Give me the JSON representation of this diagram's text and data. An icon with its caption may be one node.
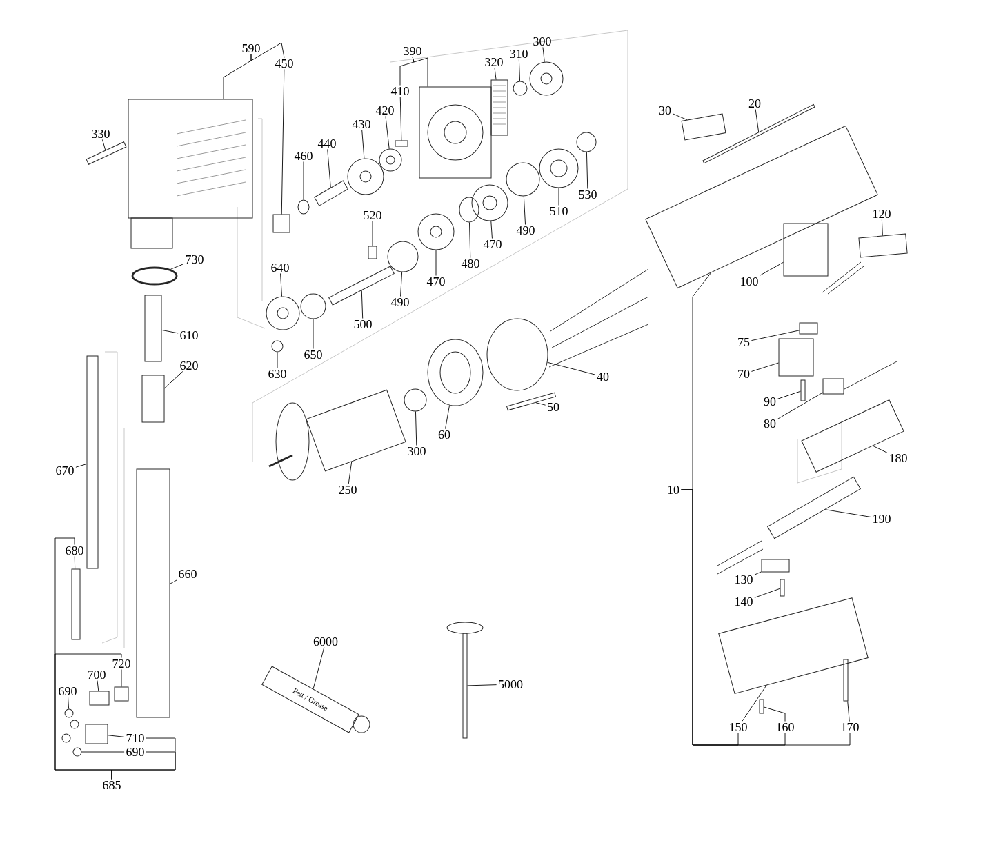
{
  "diagram": {
    "nodes": [
      {
        "text": [
          "590"
        ]
      },
      {
        "text": [
          "450"
        ]
      },
      {
        "text": [
          "330"
        ]
      },
      {
        "text": [
          "390"
        ]
      },
      {
        "text": [
          "410"
        ]
      },
      {
        "text": [
          "420"
        ]
      },
      {
        "text": [
          "430"
        ]
      },
      {
        "text": [
          "440"
        ]
      },
      {
        "text": [
          "460"
        ]
      },
      {
        "text": [
          "320"
        ]
      },
      {
        "text": [
          "310"
        ]
      },
      {
        "text": [
          "300"
        ]
      },
      {
        "text": [
          "30"
        ]
      },
      {
        "text": [
          "20"
        ]
      },
      {
        "text": [
          "520"
        ]
      },
      {
        "text": [
          "730"
        ]
      },
      {
        "text": [
          "640"
        ]
      },
      {
        "text": [
          "480"
        ]
      },
      {
        "text": [
          "470"
        ]
      },
      {
        "text": [
          "490"
        ]
      },
      {
        "text": [
          "500"
        ]
      },
      {
        "text": [
          "530"
        ]
      },
      {
        "text": [
          "510"
        ]
      },
      {
        "text": [
          "490"
        ]
      },
      {
        "text": [
          "470"
        ]
      },
      {
        "text": [
          "120"
        ]
      },
      {
        "text": [
          "100"
        ]
      },
      {
        "text": [
          "610"
        ]
      },
      {
        "text": [
          "650"
        ]
      },
      {
        "text": [
          "630"
        ]
      },
      {
        "text": [
          "75"
        ]
      },
      {
        "text": [
          "70"
        ]
      },
      {
        "text": [
          "40"
        ]
      },
      {
        "text": [
          "90"
        ]
      },
      {
        "text": [
          "50"
        ]
      },
      {
        "text": [
          "620"
        ]
      },
      {
        "text": [
          "80"
        ]
      },
      {
        "text": [
          "60"
        ]
      },
      {
        "text": [
          "300"
        ]
      },
      {
        "text": [
          "180"
        ]
      },
      {
        "text": [
          "670"
        ]
      },
      {
        "text": [
          "250"
        ]
      },
      {
        "text": [
          "10"
        ]
      },
      {
        "text": [
          "190"
        ]
      },
      {
        "text": [
          "680"
        ]
      },
      {
        "text": [
          "660"
        ]
      },
      {
        "text": [
          "130"
        ]
      },
      {
        "text": [
          "140"
        ]
      },
      {
        "text": [
          "6000"
        ]
      },
      {
        "text": [
          "720"
        ]
      },
      {
        "text": [
          "700"
        ]
      },
      {
        "text": [
          "5000"
        ]
      },
      {
        "text": [
          "690"
        ]
      },
      {
        "text": [
          "150"
        ]
      },
      {
        "text": [
          "160"
        ]
      },
      {
        "text": [
          "170"
        ]
      },
      {
        "text": [
          "710"
        ]
      },
      {
        "text": [
          "690"
        ]
      },
      {
        "text": [
          "685"
        ]
      },
      {
        "text": [],
        "shape": "picture"
      },
      {
        "text": [],
        "shape": "box"
      },
      {
        "text": [],
        "shape": "box"
      },
      {
        "text": [],
        "shape": "picture"
      },
      {
        "text": [],
        "shape": "box"
      },
      {
        "text": [],
        "shape": "picture"
      },
      {
        "text": [],
        "shape": "picture"
      },
      {
        "text": [],
        "shape": "box"
      },
      {
        "text": [],
        "shape": "ellipse"
      },
      {
        "text": [],
        "shape": "picture"
      },
      {
        "text": [],
        "shape": "circle"
      },
      {
        "text": [],
        "shape": "picture"
      },
      {
        "text": [],
        "shape": "box"
      },
      {
        "text": [],
        "shape": "box"
      },
      {
        "text": [],
        "shape": "box"
      },
      {
        "text": [],
        "shape": "ellipse"
      },
      {
        "text": [],
        "shape": "picture"
      },
      {
        "text": [],
        "shape": "ellipse"
      },
      {
        "text": [],
        "shape": "picture"
      },
      {
        "text": [],
        "shape": "circle"
      },
      {
        "text": [],
        "shape": "box"
      },
      {
        "text": [],
        "shape": "circle"
      },
      {
        "text": [],
        "shape": "picture"
      },
      {
        "text": [],
        "shape": "circle"
      },
      {
        "text": [],
        "shape": "picture"
      },
      {
        "text": [],
        "shape": "box"
      },
      {
        "text": [],
        "shape": "box"
      },
      {
        "text": [],
        "shape": "box"
      },
      {
        "text": [],
        "shape": "circle"
      },
      {
        "text": [],
        "shape": "circle"
      },
      {
        "text": [],
        "shape": "box"
      },
      {
        "text": [],
        "shape": "box"
      },
      {
        "text": [],
        "shape": "ellipse"
      },
      {
        "text": [],
        "shape": "box"
      },
      {
        "text": [],
        "shape": "box"
      },
      {
        "text": [],
        "shape": "box"
      },
      {
        "text": [],
        "shape": "box"
      },
      {
        "text": [],
        "shape": "picture"
      },
      {
        "text": [],
        "shape": "circle"
      },
      {
        "text": [],
        "shape": "box"
      },
      {
        "text": [],
        "shape": "box"
      },
      {
        "text": [],
        "shape": "picture"
      },
      {
        "text": [],
        "shape": "box"
      },
      {
        "text": [],
        "shape": "box"
      },
      {
        "text": [],
        "shape": "box"
      },
      {
        "text": [],
        "shape": "box"
      },
      {
        "text": [],
        "shape": "box"
      },
      {
        "text": [],
        "shape": "box"
      },
      {
        "text": [
          "Fett / Grease"
        ]
      },
      {
        "text": [],
        "shape": "box"
      },
      {
        "text": [],
        "shape": "box"
      },
      {
        "text": [],
        "shape": "picture"
      },
      {
        "text": [],
        "shape": "circle"
      },
      {
        "text": [],
        "shape": "box"
      },
      {
        "text": [],
        "shape": "box"
      },
      {
        "text": [],
        "shape": "box"
      },
      {
        "text": [],
        "shape": "box"
      },
      {
        "text": [],
        "shape": "circle"
      }
    ],
    "edges": [
      {
        "from": 0,
        "to": 59,
        "arrow": "none"
      },
      {
        "from": 1,
        "to": 60,
        "arrow": "none"
      },
      {
        "from": 2,
        "to": 61,
        "arrow": "none"
      },
      {
        "from": 3,
        "to": 62,
        "arrow": "none"
      },
      {
        "from": 4,
        "to": 63,
        "arrow": "none"
      },
      {
        "from": 5,
        "to": 64,
        "arrow": "none"
      },
      {
        "from": 6,
        "to": 65,
        "arrow": "none"
      },
      {
        "from": 7,
        "to": 66,
        "arrow": "none"
      },
      {
        "from": 8,
        "to": 67,
        "arrow": "none"
      },
      {
        "from": 9,
        "to": 68,
        "arrow": "none"
      },
      {
        "from": 10,
        "to": 69,
        "arrow": "none"
      },
      {
        "from": 11,
        "to": 70,
        "arrow": "none"
      },
      {
        "from": 12,
        "to": 71,
        "arrow": "none"
      },
      {
        "from": 13,
        "to": 72,
        "arrow": "none"
      },
      {
        "from": 14,
        "to": 73,
        "arrow": "none"
      },
      {
        "from": 15,
        "to": 74,
        "arrow": "none"
      },
      {
        "from": 16,
        "to": 75,
        "arrow": "none"
      },
      {
        "from": 17,
        "to": 76,
        "arrow": "none"
      },
      {
        "from": 18,
        "to": 77,
        "arrow": "none"
      },
      {
        "from": 19,
        "to": 78,
        "arrow": "none"
      },
      {
        "from": 20,
        "to": 79,
        "arrow": "none"
      },
      {
        "from": 21,
        "to": 80,
        "arrow": "none"
      },
      {
        "from": 22,
        "to": 81,
        "arrow": "none"
      },
      {
        "from": 23,
        "to": 82,
        "arrow": "none"
      },
      {
        "from": 24,
        "to": 83,
        "arrow": "none"
      },
      {
        "from": 25,
        "to": 84,
        "arrow": "none"
      },
      {
        "from": 26,
        "to": 85,
        "arrow": "none"
      },
      {
        "from": 27,
        "to": 86,
        "arrow": "none"
      },
      {
        "from": 28,
        "to": 87,
        "arrow": "none"
      },
      {
        "from": 29,
        "to": 88,
        "arrow": "none"
      },
      {
        "from": 30,
        "to": 89,
        "arrow": "none"
      },
      {
        "from": 31,
        "to": 90,
        "arrow": "none"
      },
      {
        "from": 32,
        "to": 91,
        "arrow": "none"
      },
      {
        "from": 33,
        "to": 92,
        "arrow": "none"
      },
      {
        "from": 34,
        "to": 93,
        "arrow": "none"
      },
      {
        "from": 35,
        "to": 94,
        "arrow": "none"
      },
      {
        "from": 36,
        "to": 95,
        "arrow": "none"
      },
      {
        "from": 37,
        "to": 96,
        "arrow": "none"
      },
      {
        "from": 38,
        "to": 97,
        "arrow": "none"
      },
      {
        "from": 39,
        "to": 98,
        "arrow": "none"
      },
      {
        "from": 40,
        "to": 99,
        "arrow": "none"
      },
      {
        "from": 41,
        "to": 100,
        "arrow": "none"
      },
      {
        "from": 42,
        "to": 101,
        "arrow": "none"
      },
      {
        "from": 43,
        "to": 102,
        "arrow": "none"
      },
      {
        "from": 44,
        "to": 103,
        "arrow": "none"
      },
      {
        "from": 45,
        "to": 104,
        "arrow": "none"
      },
      {
        "from": 46,
        "to": 105,
        "arrow": "none"
      },
      {
        "from": 47,
        "to": 106,
        "arrow": "none"
      },
      {
        "from": 48,
        "to": 107,
        "arrow": "none"
      },
      {
        "from": 49,
        "to": 108,
        "arrow": "none"
      },
      {
        "from": 50,
        "to": 109,
        "arrow": "none"
      },
      {
        "from": 51,
        "to": 110,
        "arrow": "none"
      },
      {
        "from": 52,
        "to": 111,
        "arrow": "none"
      },
      {
        "from": 53,
        "to": 112,
        "arrow": "none"
      },
      {
        "from": 54,
        "to": 113,
        "arrow": "none"
      },
      {
        "from": 55,
        "to": 114,
        "arrow": "none"
      },
      {
        "from": 56,
        "to": 115,
        "arrow": "none"
      },
      {
        "from": 57,
        "to": 116,
        "arrow": "none"
      },
      {
        "from": 0,
        "to": 1,
        "arrow": "none"
      },
      {
        "from": 3,
        "to": 4,
        "arrow": "none"
      },
      {
        "from": 42,
        "to": 53,
        "arrow": "none"
      },
      {
        "from": 42,
        "to": 54,
        "arrow": "none"
      },
      {
        "from": 42,
        "to": 55,
        "arrow": "none"
      },
      {
        "from": 58,
        "to": 44,
        "arrow": "none"
      },
      {
        "from": 58,
        "to": 49,
        "arrow": "none"
      },
      {
        "from": 58,
        "to": 56,
        "arrow": "none"
      },
      {
        "from": 58,
        "to": 57,
        "arrow": "none"
      }
    ]
  }
}
